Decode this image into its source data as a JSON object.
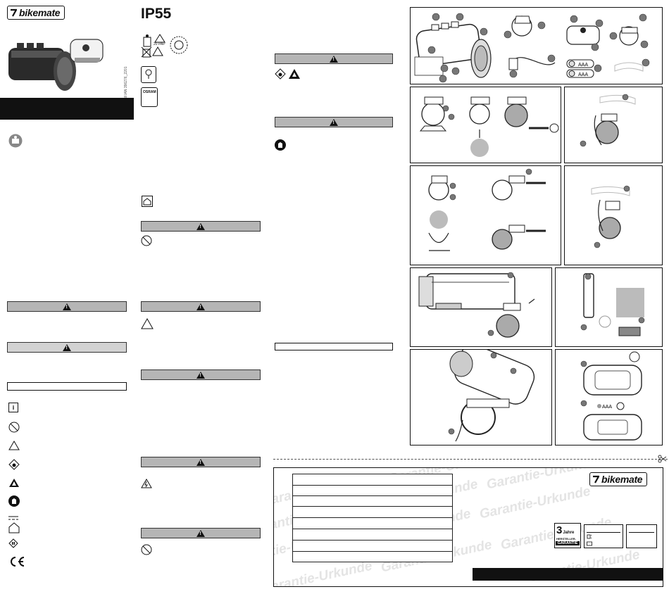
{
  "col1": {
    "brand": "bikemate",
    "side_text": "Lidl IAN 396276_2201"
  },
  "col2": {
    "title": "IP55",
    "osram": "OSRAM",
    "pap_label": "PAP",
    "pap_number": "20"
  },
  "warranty": {
    "brand": "bikemate",
    "watermark": "Garantie-Urkunde",
    "years_number": "3",
    "years_word": "Jahre",
    "guarantee_line1": "HERSTELLER-",
    "guarantee_line2": "GARANTIE"
  },
  "parts": {
    "battery1": "AAA",
    "battery2": "AAA",
    "battery3": "AAA"
  }
}
